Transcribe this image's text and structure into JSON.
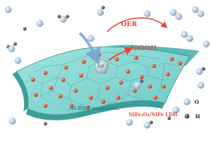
{
  "labels": {
    "oer": "OER",
    "niooh": "NiOOH",
    "np": "NP",
    "nanosheet": "Ni-BDC nanosheet",
    "ldh": "NiFe₂O₄/NiFe LDH"
  },
  "legend": {
    "oxygen": "O",
    "hydrogen": "H"
  },
  "colors": {
    "sheet_top": "#7fd8d4",
    "sheet_side": "#4fb3af",
    "grid_line": "#3a8c88",
    "particle": "#e2542e",
    "oxygen_atom": "#b8cce0",
    "hydrogen_atom": "#555555",
    "arrow_red": "#e8433a",
    "arrow_blue": "#7a9fd6",
    "text_red": "#e8433a",
    "text_teal": "#2a8a86"
  },
  "icons": {
    "oxygen_atom": "sphere-light-blue",
    "hydrogen_atom": "sphere-dark-gray",
    "np": "sphere-translucent-gray"
  }
}
